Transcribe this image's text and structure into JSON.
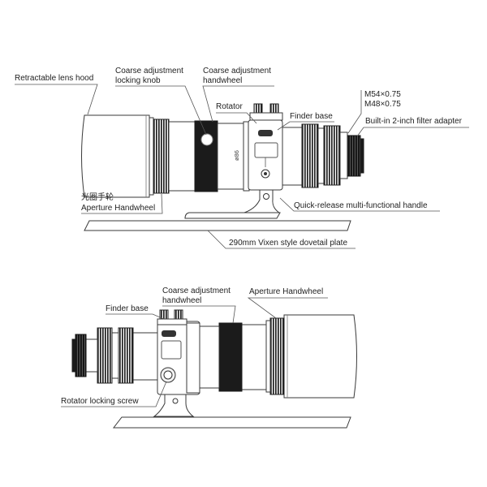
{
  "top_view": {
    "lens_hood": "Retractable lens hood",
    "locking_knob": [
      "Coarse adjustment",
      "locking knob"
    ],
    "handwheel": [
      "Coarse adjustment",
      "handwheel"
    ],
    "rotator": "Rotator",
    "finder_base": "Finder base",
    "thread_sizes": [
      "M54×0.75",
      "M48×0.75"
    ],
    "filter_adapter": "Built-in 2-inch filter adapter",
    "aperture_handwheel": [
      "光圈手轮",
      "Aperture Handwheel"
    ],
    "handle": "Quick-release multi-functional handle",
    "dovetail_plate": "290mm Vixen style dovetail plate",
    "diameter_mark": "ø86"
  },
  "bottom_view": {
    "handwheel": [
      "Coarse adjustment",
      "handwheel"
    ],
    "aperture_handwheel": "Aperture Handwheel",
    "finder_base": "Finder base",
    "rotator_locking_screw": "Rotator locking screw"
  }
}
